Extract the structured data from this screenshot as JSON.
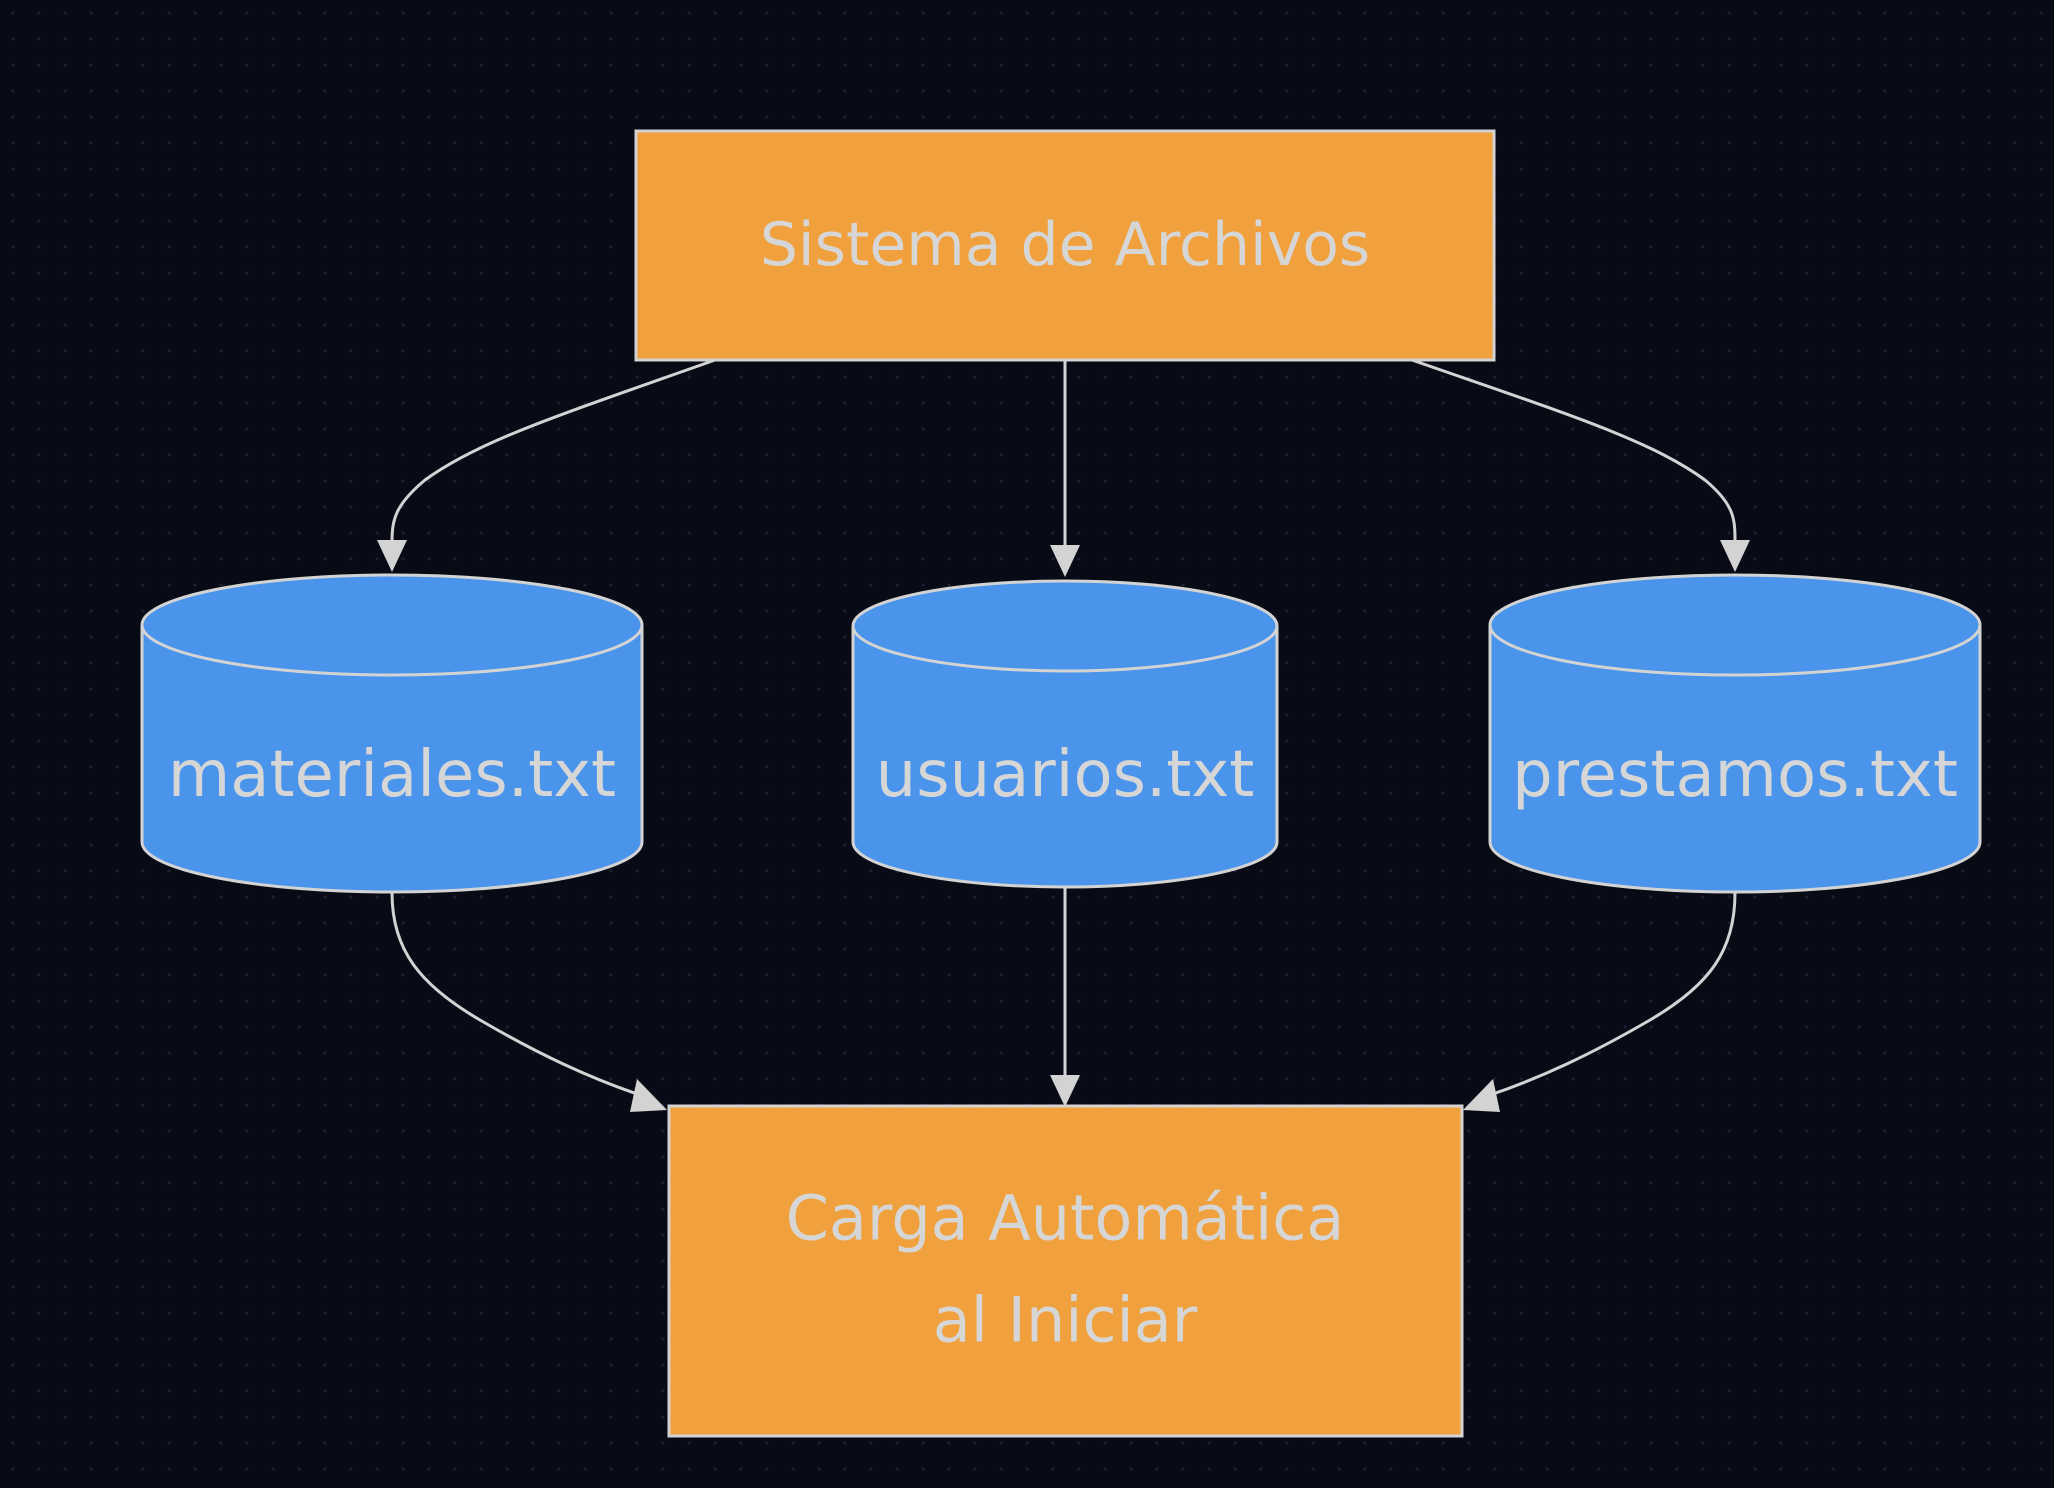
{
  "colors": {
    "background": "#080b16",
    "process_fill": "#f0a03c",
    "datastore_fill": "#4a94ec",
    "stroke": "#d3d3d3",
    "text": "#d6d6d6"
  },
  "nodes": {
    "source": {
      "label": "Sistema de Archivos",
      "shape": "rectangle"
    },
    "materiales": {
      "label": "materiales.txt",
      "shape": "cylinder"
    },
    "usuarios": {
      "label": "usuarios.txt",
      "shape": "cylinder"
    },
    "prestamos": {
      "label": "prestamos.txt",
      "shape": "cylinder"
    },
    "target": {
      "label_lines": [
        "Carga Automática",
        "al Iniciar"
      ],
      "shape": "rectangle"
    }
  },
  "edges": [
    {
      "from": "source",
      "to": "materiales"
    },
    {
      "from": "source",
      "to": "usuarios"
    },
    {
      "from": "source",
      "to": "prestamos"
    },
    {
      "from": "materiales",
      "to": "target"
    },
    {
      "from": "usuarios",
      "to": "target"
    },
    {
      "from": "prestamos",
      "to": "target"
    }
  ]
}
